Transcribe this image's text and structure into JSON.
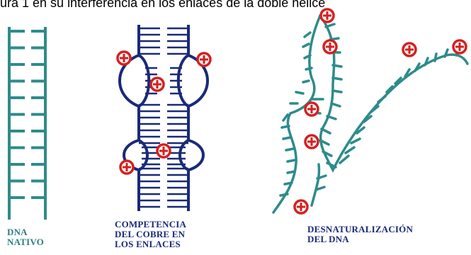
{
  "caption": "ura 1 en su interferencia en los enlaces de la doble hélice",
  "labels": {
    "native": [
      "DNA",
      "NATIVO"
    ],
    "copper": [
      "COMPETENCIA",
      "DEL COBRE EN",
      "LOS ENLACES"
    ],
    "denatured": [
      "DESNATURALIZACIÓN",
      "DEL DNA"
    ]
  },
  "colors": {
    "native_strand": "#2e8b8b",
    "copper_strand": "#1a2a78",
    "denatured_strand": "#2e8b8b",
    "ion_fill": "#ffffff",
    "ion_ring": "#d42020"
  },
  "icons": {
    "ion": "copper-ion-plus-icon"
  }
}
